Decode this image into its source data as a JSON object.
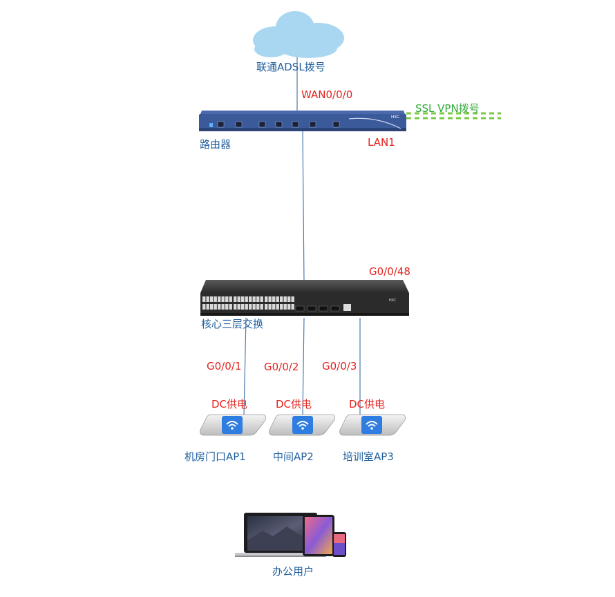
{
  "nodes": {
    "internet": {
      "label": "联通ADSL拨号",
      "icon": "cloud-icon"
    },
    "router": {
      "label": "路由器",
      "icon": "router-icon",
      "brand": "H3C"
    },
    "core_switch": {
      "label": "核心三层交换",
      "icon": "switch-icon",
      "brand": "H3C"
    },
    "ap1": {
      "label": "机房门口AP1",
      "icon": "wireless-ap-icon",
      "power": "DC供电"
    },
    "ap2": {
      "label": "中间AP2",
      "icon": "wireless-ap-icon",
      "power": "DC供电"
    },
    "ap3": {
      "label": "培训室AP3",
      "icon": "wireless-ap-icon",
      "power": "DC供电"
    },
    "users": {
      "label": "办公用户",
      "icon": "devices-icon"
    }
  },
  "ports": {
    "router_wan": "WAN0/0/0",
    "router_lan": "LAN1",
    "switch_uplink": "G0/0/48",
    "switch_ap1": "G0/0/1",
    "switch_ap2": "G0/0/2",
    "switch_ap3": "G0/0/3"
  },
  "vpn": {
    "label": "SSL VPN拨号"
  },
  "colors": {
    "label_blue": "#1f5f9e",
    "port_red": "#e3231e",
    "vpn_green": "#2eaa36",
    "cloud": "#a9d7f2",
    "router_body": "#3b5a99",
    "ap_accent": "#2f7de0"
  }
}
